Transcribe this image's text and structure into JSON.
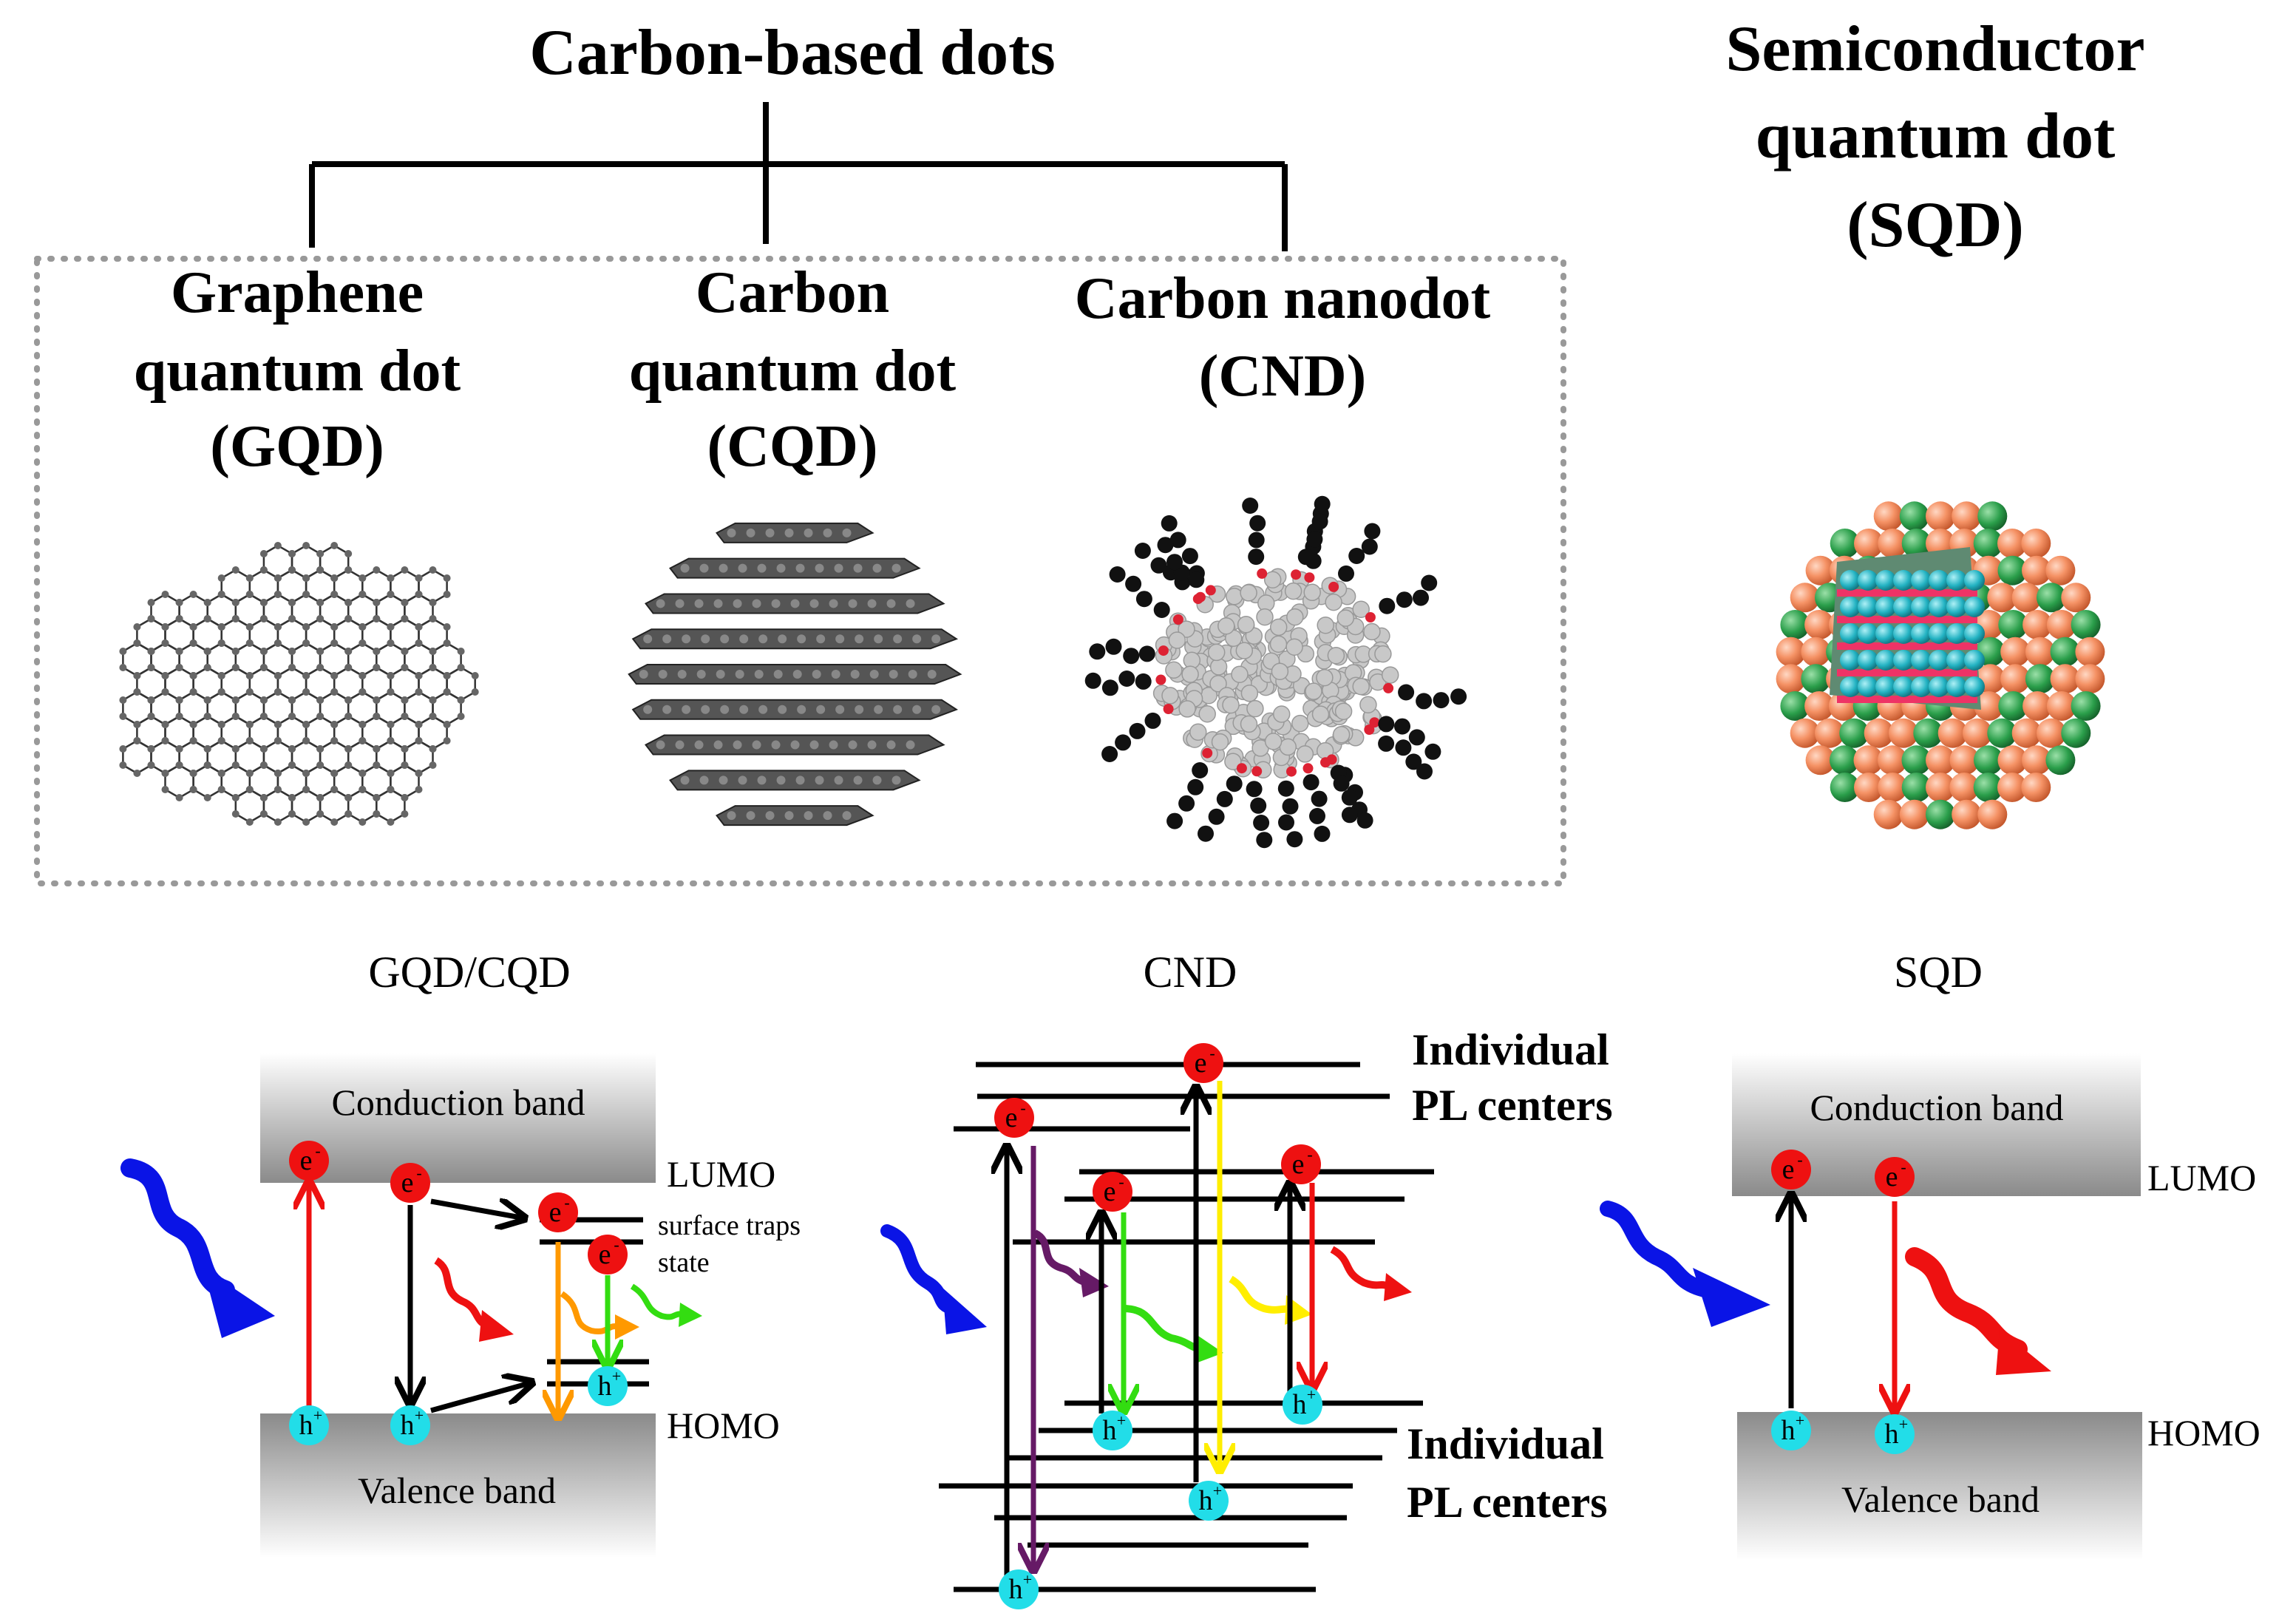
{
  "carbon_dots_title": "Carbon-based dots",
  "sqd_title": [
    "Semiconductor",
    "quantum dot",
    "(SQD)"
  ],
  "gqd_title": [
    "Graphene",
    "quantum dot",
    "(GQD)"
  ],
  "cqd_title": [
    "Carbon",
    "quantum dot",
    "(CQD)"
  ],
  "cnd_title": [
    "Carbon nanodot",
    "(CND)"
  ],
  "panels": {
    "gqd_cqd": {
      "label": "GQD/CQD",
      "conduction_band": "Conduction band",
      "valence_band": "Valence band",
      "lumo": "LUMO",
      "homo": "HOMO",
      "surface_traps": [
        "surface traps",
        "state"
      ],
      "electron": "e",
      "hole": "h",
      "electron_charge": "-",
      "hole_charge": "+"
    },
    "cnd": {
      "label": "CND",
      "pl_centers_top": [
        "Individual",
        "PL centers"
      ],
      "pl_centers_bottom": [
        "Individual",
        "PL centers"
      ],
      "electron": "e",
      "hole": "h",
      "electron_charge": "-",
      "hole_charge": "+"
    },
    "sqd": {
      "label": "SQD",
      "conduction_band": "Conduction band",
      "valence_band": "Valence band",
      "lumo": "LUMO",
      "homo": "HOMO",
      "electron": "e",
      "hole": "h",
      "electron_charge": "-",
      "hole_charge": "+"
    }
  },
  "colors": {
    "electron": "#ee1111",
    "hole": "#22dde8",
    "excitation": "#0a14e6",
    "emission_red": "#ee1111",
    "orange": "#ff9900",
    "green": "#33dd11",
    "yellow": "#ffee00",
    "purple": "#661a66",
    "band_dark": "#8a8a8a",
    "band_light": "#ffffff",
    "shell_orange": "#f59265",
    "shell_green": "#2a9e4a",
    "core_cyan": "#22b2c2",
    "core_red": "#ee3366"
  },
  "icons": [
    "graphene-sheet-icon",
    "stacked-graphite-layers-icon",
    "carbon-nanodot-molecule-icon",
    "core-shell-quantum-dot-icon",
    "wavy-excitation-arrow-icon",
    "wavy-emission-arrow-icon"
  ]
}
